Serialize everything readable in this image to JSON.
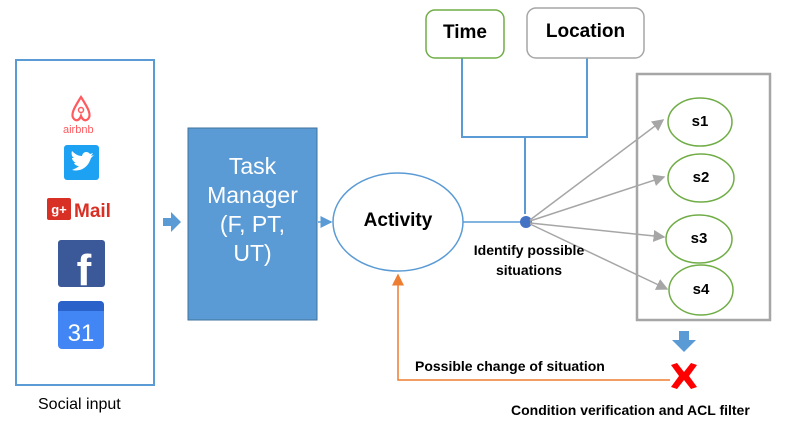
{
  "social_input": {
    "label": "Social input",
    "icons": [
      {
        "name": "airbnb",
        "text": "airbnb",
        "color": "#ff5a5f"
      },
      {
        "name": "twitter",
        "color": "#1da1f2"
      },
      {
        "name": "gmail",
        "text": "Mail",
        "prefix": "g+",
        "color": "#d93025"
      },
      {
        "name": "facebook",
        "text": "f",
        "color": "#3b5998"
      },
      {
        "name": "calendar",
        "text": "31",
        "color": "#4285f4"
      }
    ]
  },
  "task_manager": {
    "line1": "Task",
    "line2": "Manager",
    "line3": "(F, PT,",
    "line4": "UT)",
    "color": "#5b9bd5"
  },
  "activity": {
    "label": "Activity"
  },
  "context": {
    "time": "Time",
    "location": "Location"
  },
  "identify": {
    "line1": "Identify possible",
    "line2": "situations"
  },
  "situations": [
    "s1",
    "s2",
    "s3",
    "s4"
  ],
  "change_label": "Possible change of situation",
  "filter_label": "Condition verification and ACL filter",
  "colors": {
    "blue_line": "#5b9bd5",
    "green": "#70ad47",
    "gray": "#a6a6a6",
    "orange": "#ed7d31",
    "red": "#ff0000"
  }
}
